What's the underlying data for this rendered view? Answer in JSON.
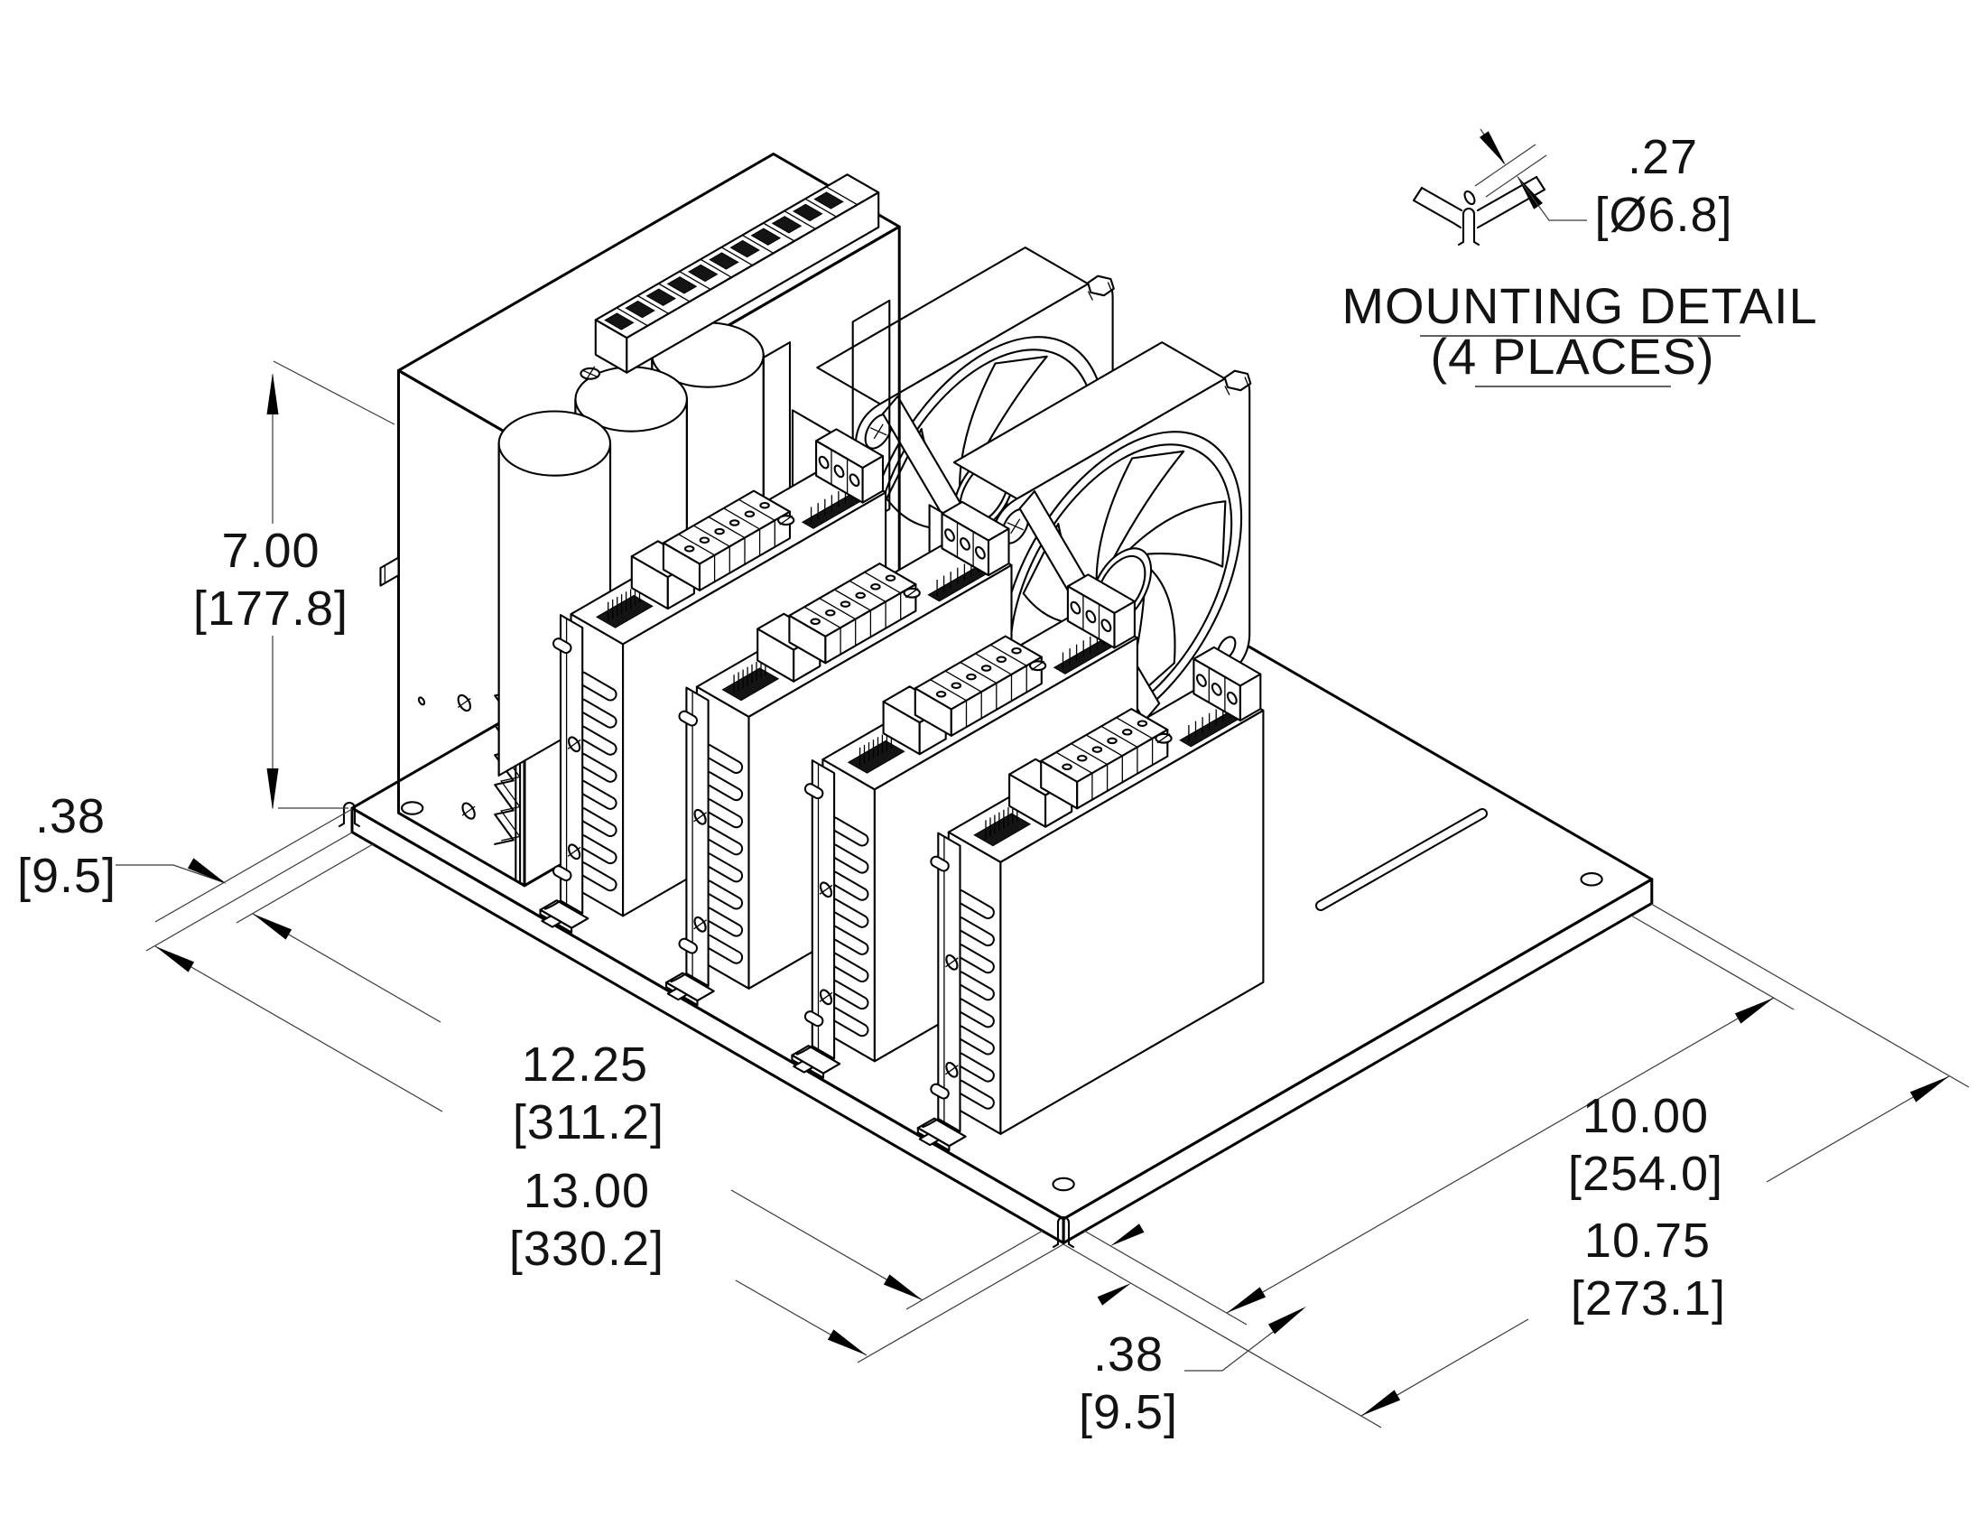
{
  "dimensions": {
    "height": {
      "inches": "7.00",
      "mm": "[177.8]"
    },
    "base_thickness": {
      "inches": ".38",
      "mm": "[9.5]"
    },
    "slot_spacing_length": {
      "inches": "12.25",
      "mm": "[311.2]"
    },
    "overall_length": {
      "inches": "13.00",
      "mm": "[330.2]"
    },
    "slot_spacing_width": {
      "inches": "10.00",
      "mm": "[254.0]"
    },
    "overall_width": {
      "inches": "10.75",
      "mm": "[273.1]"
    },
    "slot_offset": {
      "inches": ".38",
      "mm": "[9.5]"
    },
    "mounting_hole": {
      "inches": ".27",
      "mm": "[Ø6.8]"
    }
  },
  "detail": {
    "title": "MOUNTING DETAIL",
    "subtitle": "(4 PLACES)"
  },
  "colors": {
    "line": "#000000",
    "background": "#ffffff"
  }
}
